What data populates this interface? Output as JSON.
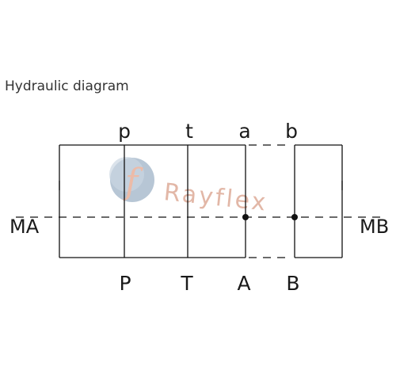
{
  "heading": "Hydraulic diagram",
  "ports_top": [
    "p",
    "t",
    "a",
    "b"
  ],
  "ports_bottom": [
    "P",
    "T",
    "A",
    "B"
  ],
  "side_labels": {
    "left": "MA",
    "right": "MB"
  },
  "watermark": {
    "text": "Rayflex",
    "color": "#d9a08a",
    "logo_color": "#9fb3c8"
  },
  "colors": {
    "line": "#111111"
  }
}
